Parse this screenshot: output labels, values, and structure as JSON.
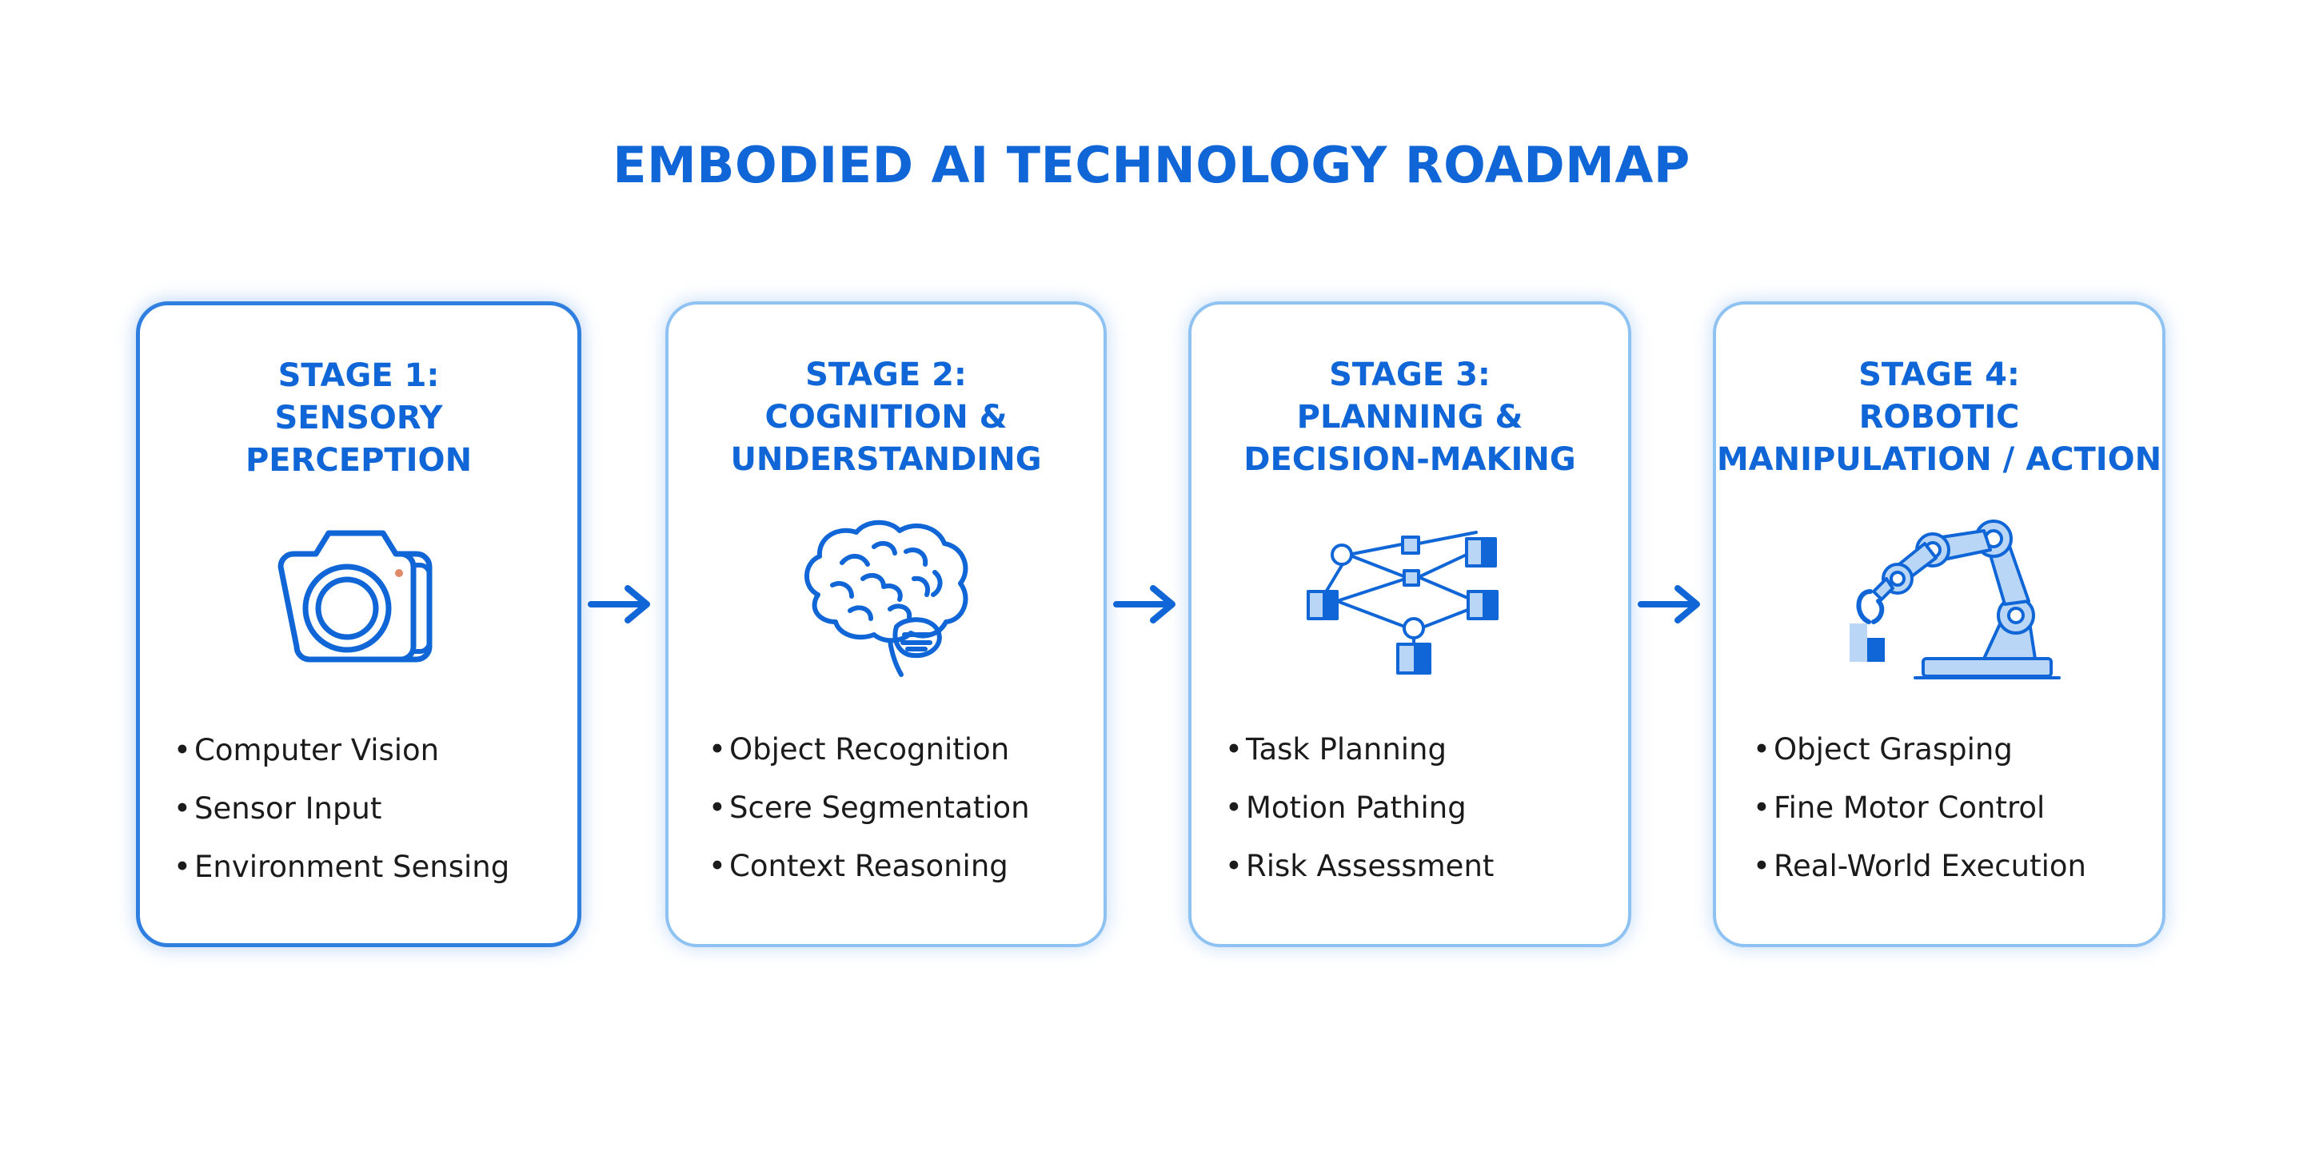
{
  "title": "EMBODIED AI TECHNOLOGY ROADMAP",
  "colors": {
    "accent": "#1066d6",
    "border": "#8ec2f2",
    "border_active": "#2f7fe0",
    "icon_fill": "#b9d6f7",
    "text": "#1b1b1b"
  },
  "stages": [
    {
      "heading": [
        "STAGE 1:",
        "SENSORY",
        "PERCEPTION"
      ],
      "icon": "camera-icon",
      "items": [
        "Computer Vision",
        "Sensor Input",
        "Environment Sensing"
      ]
    },
    {
      "heading": [
        "STAGE 2:",
        "COGNITION &",
        "UNDERSTANDING"
      ],
      "icon": "brain-icon",
      "items": [
        "Object Recognition",
        "Scere Segmentation",
        "Context Reasoning"
      ]
    },
    {
      "heading": [
        "STAGE 3:",
        "PLANNING &",
        "DECISION-MAKING"
      ],
      "icon": "decision-graph-icon",
      "items": [
        "Task Planning",
        "Motion Pathing",
        "Risk Assessment"
      ]
    },
    {
      "heading": [
        "STAGE 4:",
        "ROBOTIC",
        "MANIPULATION / ACTION"
      ],
      "icon": "robotic-arm-icon",
      "items": [
        "Object Grasping",
        "Fine Motor Control",
        "Real-World Execution"
      ]
    }
  ],
  "arrows": [
    "arrow-right-icon",
    "arrow-right-icon",
    "arrow-right-icon"
  ]
}
